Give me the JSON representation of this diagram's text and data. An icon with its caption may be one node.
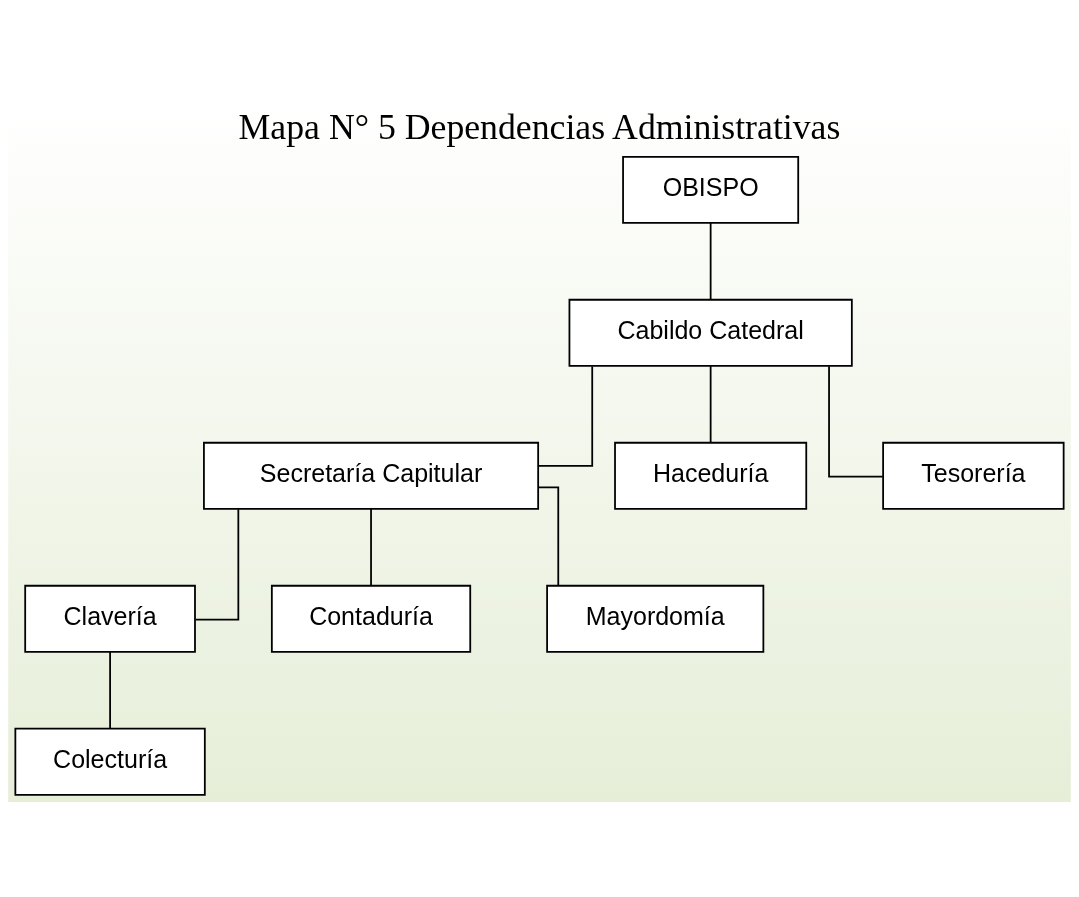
{
  "diagram": {
    "title": "Mapa N° 5 Dependencias Administrativas",
    "nodes": [
      {
        "text": [
          "OBISPO"
        ]
      },
      {
        "text": [
          "Cabildo Catedral"
        ]
      },
      {
        "text": [
          "Secretaría Capitular"
        ]
      },
      {
        "text": [
          "Haceduría"
        ]
      },
      {
        "text": [
          "Tesorería"
        ]
      },
      {
        "text": [
          "Clavería"
        ]
      },
      {
        "text": [
          "Contaduría"
        ]
      },
      {
        "text": [
          "Mayordomía"
        ]
      },
      {
        "text": [
          "Colecturía"
        ]
      }
    ],
    "edges": [
      {
        "from": 0,
        "to": 1,
        "arrow": "none"
      },
      {
        "from": 1,
        "to": 2,
        "arrow": "none"
      },
      {
        "from": 1,
        "to": 3,
        "arrow": "none"
      },
      {
        "from": 1,
        "to": 4,
        "arrow": "none"
      },
      {
        "from": 2,
        "to": 5,
        "arrow": "none"
      },
      {
        "from": 2,
        "to": 6,
        "arrow": "none"
      },
      {
        "from": 2,
        "to": 7,
        "arrow": "none"
      },
      {
        "from": 5,
        "to": 8,
        "arrow": "none"
      }
    ]
  }
}
